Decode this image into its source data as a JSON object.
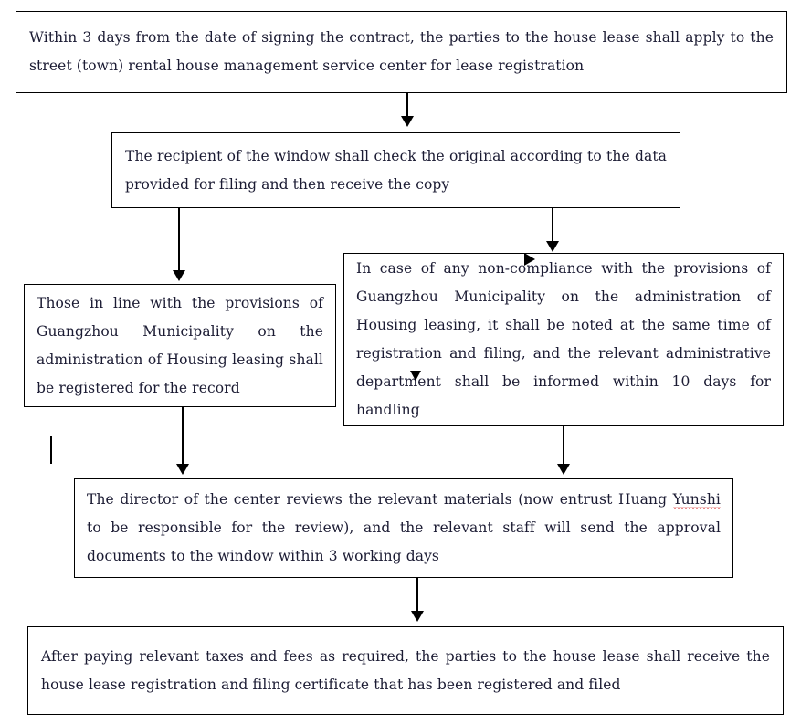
{
  "document": {
    "type": "flowchart",
    "title": "House lease registration and filing procedure",
    "background_color": "#ffffff",
    "text_color": "#1b1b33",
    "line_color": "#000000",
    "spellcheck_underline_color": "#d01a1a"
  },
  "nodes": [
    {
      "id": "step-1",
      "name": "apply-for-lease-registration",
      "text": "Within 3 days from the date of signing the contract, the parties to the house lease shall apply to the street (town) rental house management service center for lease registration"
    },
    {
      "id": "step-2",
      "name": "window-recipient-check",
      "text": "The recipient of the window shall check the original according to the data provided for filing and then receive the copy"
    },
    {
      "id": "step-3",
      "name": "compliant-register-for-record",
      "text": "Those in line with the provisions of Guangzhou Municipality on the administration of Housing leasing shall be registered for the record"
    },
    {
      "id": "step-4",
      "name": "non-compliance-note-and-inform",
      "text": "In case of any non-compliance with the provisions of Guangzhou Municipality on the administration of Housing leasing, it shall be noted at the same time of registration and filing, and the relevant administrative department shall be informed within 10 days for handling"
    },
    {
      "id": "step-5",
      "name": "director-reviews-materials",
      "text_part_1": "The director of the center reviews the relevant materials (now entrust Huang ",
      "misspelled_word": "Yunshi",
      "text_part_2": " to be responsible for the review), and the relevant staff will send the approval documents to the window within 3 working days"
    },
    {
      "id": "step-6",
      "name": "receive-registration-certificate",
      "text": "After paying relevant taxes and fees as required, the parties to the house lease shall receive the house lease registration and filing certificate that has been registered and filed"
    }
  ],
  "connectors": [
    {
      "id": "c1",
      "name": "arrow-step1-to-step2",
      "from": "step-1",
      "to": "step-2",
      "direction": "down"
    },
    {
      "id": "c2",
      "name": "arrow-step2-to-step3",
      "from": "step-2",
      "to": "step-3",
      "direction": "down"
    },
    {
      "id": "c3",
      "name": "arrow-step2-to-step4",
      "from": "step-2",
      "to": "step-4",
      "direction": "down"
    },
    {
      "id": "c4",
      "name": "arrow-step3-to-step5",
      "from": "step-3",
      "to": "step-5",
      "direction": "down"
    },
    {
      "id": "c5",
      "name": "arrow-step4-to-step5",
      "from": "step-4",
      "to": "step-5",
      "direction": "down"
    },
    {
      "id": "c6",
      "name": "arrow-step5-to-step6",
      "from": "step-5",
      "to": "step-6",
      "direction": "down"
    },
    {
      "id": "c7",
      "name": "stray-line-stub-below-step3",
      "from": "step-3",
      "to": "",
      "direction": "down"
    }
  ],
  "artifacts": [
    {
      "id": "a1",
      "name": "stray-triangle-right",
      "shape": "triangle-right"
    },
    {
      "id": "a2",
      "name": "stray-triangle-down",
      "shape": "triangle-down"
    }
  ]
}
